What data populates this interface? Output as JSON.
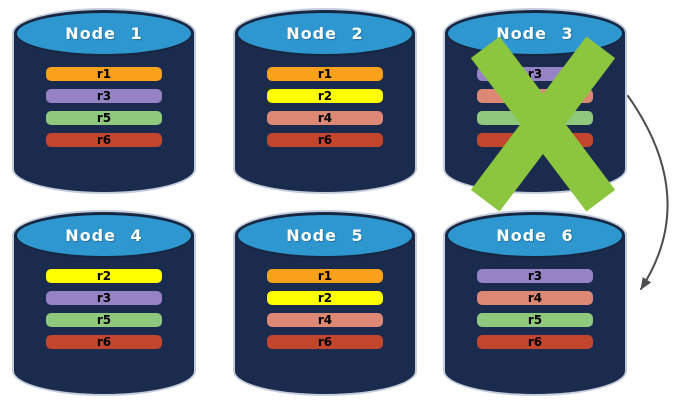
{
  "palette": {
    "cylinder_body": "#1B2B4D",
    "cylinder_top": "#2E97D0",
    "cylinder_outline": "#C5CDDC",
    "failure_x": "#8CC63F",
    "arrow": "#4D4D4D",
    "replica_r1": "#F9A11B",
    "replica_r2": "#FFFF00",
    "replica_r3": "#9583C6",
    "replica_r4": "#DC8874",
    "replica_r5": "#8FC97E",
    "replica_r6": "#C2452D"
  },
  "nodes": [
    {
      "name": "Node 1",
      "failed": false,
      "replicas": [
        {
          "label": "r1",
          "color": "#F9A11B"
        },
        {
          "label": "r3",
          "color": "#9583C6"
        },
        {
          "label": "r5",
          "color": "#8FC97E"
        },
        {
          "label": "r6",
          "color": "#C2452D"
        }
      ]
    },
    {
      "name": "Node 2",
      "failed": false,
      "replicas": [
        {
          "label": "r1",
          "color": "#F9A11B"
        },
        {
          "label": "r2",
          "color": "#FFFF00"
        },
        {
          "label": "r4",
          "color": "#DC8874"
        },
        {
          "label": "r6",
          "color": "#C2452D"
        }
      ]
    },
    {
      "name": "Node 3",
      "failed": true,
      "replicas": [
        {
          "label": "r3",
          "color": "#9583C6"
        },
        {
          "label": "r4",
          "color": "#DC8874"
        },
        {
          "label": "r5",
          "color": "#8FC97E"
        },
        {
          "label": "r6",
          "color": "#C2452D"
        }
      ]
    },
    {
      "name": "Node 4",
      "failed": false,
      "replicas": [
        {
          "label": "r2",
          "color": "#FFFF00"
        },
        {
          "label": "r3",
          "color": "#9583C6"
        },
        {
          "label": "r5",
          "color": "#8FC97E"
        },
        {
          "label": "r6",
          "color": "#C2452D"
        }
      ]
    },
    {
      "name": "Node 5",
      "failed": false,
      "replicas": [
        {
          "label": "r1",
          "color": "#F9A11B"
        },
        {
          "label": "r2",
          "color": "#FFFF00"
        },
        {
          "label": "r4",
          "color": "#DC8874"
        },
        {
          "label": "r6",
          "color": "#C2452D"
        }
      ]
    },
    {
      "name": "Node 6",
      "failed": false,
      "replicas": [
        {
          "label": "r3",
          "color": "#9583C6"
        },
        {
          "label": "r4",
          "color": "#DC8874"
        },
        {
          "label": "r5",
          "color": "#8FC97E"
        },
        {
          "label": "r6",
          "color": "#C2452D"
        }
      ]
    }
  ],
  "arrow": {
    "from": "Node 3",
    "to": "Node 6",
    "color": "#4D4D4D"
  }
}
